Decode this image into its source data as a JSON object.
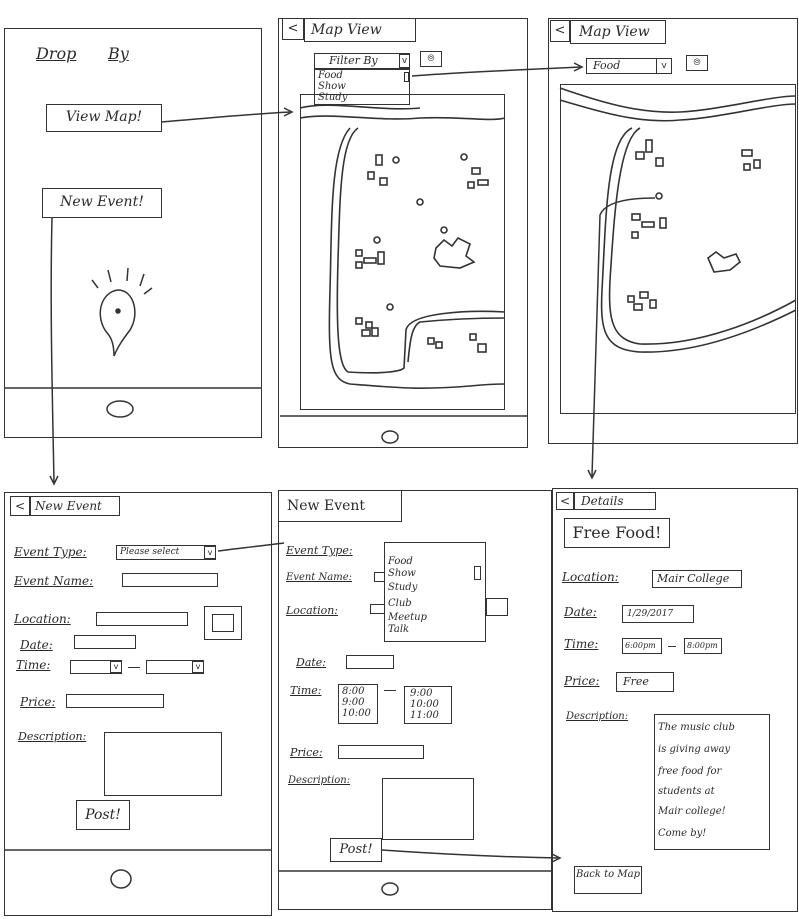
{
  "home": {
    "title_a": "Drop",
    "title_b": "By",
    "view_map_button": "View Map!",
    "new_event_button": "New Event!"
  },
  "map1": {
    "back": "<",
    "title": "Map View",
    "filter_label": "Filter By",
    "filter_options": [
      "Food",
      "Show",
      "Study"
    ]
  },
  "map2": {
    "back": "<",
    "title": "Map View",
    "filter_selected": "Food"
  },
  "new1": {
    "back": "<",
    "title": "New Event",
    "event_type_label": "Event Type:",
    "event_type_placeholder": "Please select",
    "event_name_label": "Event Name:",
    "location_label": "Location:",
    "date_label": "Date:",
    "time_label": "Time:",
    "price_label": "Price:",
    "description_label": "Description:",
    "post_button": "Post!"
  },
  "new2": {
    "title": "New Event",
    "event_type_label": "Event Type:",
    "event_type_options": [
      "Food",
      "Show",
      "Study",
      "Club",
      "Meetup",
      "Talk"
    ],
    "event_name_label": "Event Name:",
    "location_label": "Location:",
    "date_label": "Date:",
    "time_label": "Time:",
    "time_start_options": [
      "8:00",
      "9:00",
      "10:00"
    ],
    "time_end_options": [
      "9:00",
      "10:00",
      "11:00"
    ],
    "price_label": "Price:",
    "description_label": "Description:",
    "post_button": "Post!"
  },
  "details": {
    "back": "<",
    "title": "Details",
    "event_title": "Free Food!",
    "location_label": "Location:",
    "location_value": "Mair College",
    "date_label": "Date:",
    "date_value": "1/29/2017",
    "time_label": "Time:",
    "time_start": "6:00pm",
    "time_end": "8:00pm",
    "price_label": "Price:",
    "price_value": "Free",
    "description_label": "Description:",
    "description_lines": [
      "The music club",
      "is giving away",
      "free food for",
      "students at",
      "Mair college!",
      "Come by!"
    ],
    "back_to_map_button": "Back to Map"
  }
}
